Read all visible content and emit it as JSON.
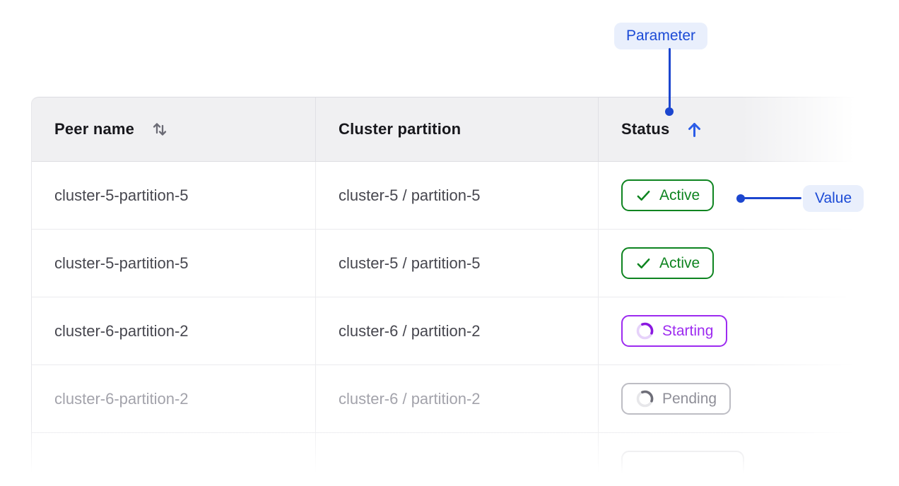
{
  "callouts": {
    "parameter": {
      "label": "Parameter"
    },
    "value": {
      "label": "Value"
    }
  },
  "table": {
    "columns": [
      {
        "label": "Peer name",
        "sort": "sortable",
        "icon": "sort-both-icon"
      },
      {
        "label": "Cluster partition",
        "sort": "none",
        "icon": ""
      },
      {
        "label": "Status",
        "sort": "ascending",
        "icon": "arrow-up-icon"
      }
    ],
    "rows": [
      {
        "peer_name": "cluster-5-partition-5",
        "cluster_partition": "cluster-5 / partition-5",
        "status": "Active",
        "status_kind": "active",
        "status_icon": "check-icon",
        "faded": false
      },
      {
        "peer_name": "cluster-5-partition-5",
        "cluster_partition": "cluster-5 / partition-5",
        "status": "Active",
        "status_kind": "active",
        "status_icon": "check-icon",
        "faded": false
      },
      {
        "peer_name": "cluster-6-partition-2",
        "cluster_partition": "cluster-6 / partition-2",
        "status": "Starting",
        "status_kind": "starting",
        "status_icon": "spinner-icon",
        "faded": false
      },
      {
        "peer_name": "cluster-6-partition-2",
        "cluster_partition": "cluster-6 / partition-2",
        "status": "Pending",
        "status_kind": "pending",
        "status_icon": "spinner-icon",
        "faded": true
      },
      {
        "peer_name": "",
        "cluster_partition": "",
        "status": "",
        "status_kind": "ghost",
        "status_icon": "",
        "faded": true
      }
    ]
  },
  "colors": {
    "accent_blue": "#1c4bd6",
    "callout_pill_bg": "#e9effc",
    "active_green": "#0e8420",
    "starting_purple": "#9d2bf0",
    "pending_gray": "#8f8f98",
    "header_bg": "#f0f0f2",
    "cell_text": "#47474f",
    "faded_text": "#a3a3ab"
  }
}
